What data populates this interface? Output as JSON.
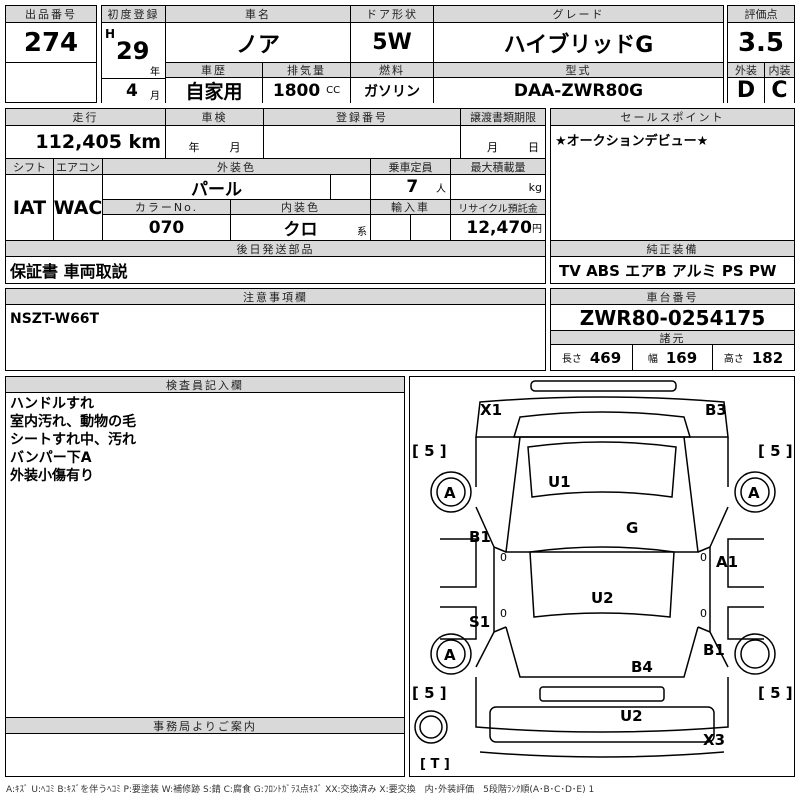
{
  "lot": {
    "label": "出品番号",
    "value": "274"
  },
  "first_reg": {
    "label": "初度登録",
    "era": "H",
    "year": "29",
    "year_unit": "年",
    "month": "4",
    "month_unit": "月"
  },
  "car_name": {
    "label": "車名",
    "value": "ノア"
  },
  "door": {
    "label": "ドア形状",
    "value": "5W"
  },
  "grade": {
    "label": "グレード",
    "value": "ハイブリッドG"
  },
  "history": {
    "label": "車歴",
    "value": "自家用"
  },
  "displacement": {
    "label": "排気量",
    "value": "1800",
    "unit": "CC"
  },
  "fuel": {
    "label": "燃料",
    "value": "ガソリン"
  },
  "model": {
    "label": "型式",
    "value": "DAA-ZWR80G"
  },
  "score": {
    "label": "評価点",
    "value": "3.5",
    "ext_label": "外装",
    "int_label": "内装",
    "ext": "D",
    "int": "C"
  },
  "mileage": {
    "label": "走行",
    "value": "112,405 km"
  },
  "inspection": {
    "label": "車検",
    "year_unit": "年",
    "month_unit": "月"
  },
  "reg_number": {
    "label": "登録番号"
  },
  "transfer": {
    "label": "譲渡書類期限",
    "month_unit": "月",
    "day_unit": "日"
  },
  "shift": {
    "label": "シフト",
    "value": "IAT"
  },
  "aircon": {
    "label": "エアコン",
    "value": "WAC"
  },
  "ext_color": {
    "label": "外装色",
    "value": "パール"
  },
  "capacity": {
    "label": "乗車定員",
    "value": "7",
    "unit": "人"
  },
  "max_load": {
    "label": "最大積載量",
    "unit": "kg"
  },
  "color_no": {
    "label": "カラーNo.",
    "value": "070"
  },
  "int_color": {
    "label": "内装色",
    "value": "クロ",
    "unit": "系"
  },
  "import": {
    "label": "輸入車"
  },
  "recycle": {
    "label": "リサイクル預託金",
    "value": "12,470",
    "unit": "円"
  },
  "later_parts": {
    "label": "後日発送部品",
    "value": "保証書 車両取説"
  },
  "sales_point": {
    "label": "セールスポイント",
    "value": "★オークションデビュー★"
  },
  "equipment": {
    "label": "純正装備",
    "value": "TV ABS エアB アルミ PS PW"
  },
  "notes": {
    "label": "注意事項欄",
    "value": "NSZT-W66T"
  },
  "chassis": {
    "label": "車台番号",
    "value": "ZWR80-0254175"
  },
  "specs": {
    "label": "諸元",
    "length_label": "長さ",
    "length": "469",
    "width_label": "幅",
    "width": "169",
    "height_label": "高さ",
    "height": "182"
  },
  "inspector": {
    "label": "検査員記入欄",
    "lines": [
      "ハンドルすれ",
      "室内汚れ、動物の毛",
      "シートすれ中、汚れ",
      "バンパー下A",
      "外装小傷有り"
    ]
  },
  "office": {
    "label": "事務局よりご案内"
  },
  "diagram": {
    "marks": [
      "X1",
      "B3",
      "U1",
      "G",
      "B1",
      "A1",
      "U2",
      "S1",
      "B4",
      "B1",
      "U2",
      "X3"
    ],
    "tires": [
      "5",
      "5",
      "5",
      "5"
    ],
    "tire_marks": [
      "A",
      "A",
      "A"
    ],
    "spare": "T",
    "zero": "0"
  },
  "legend": "A:ｷｽﾞ U:ﾍｺﾐ B:ｷｽﾞを伴うﾍｺﾐ P:要塗装 W:補修跡 S:錆 C:腐食 G:ﾌﾛﾝﾄｶﾞﾗｽ点ｷｽﾞ XX:交換済み X:要交換　内･外装評価　5段階ﾗﾝｸ順(A･B･C･D･E) 1"
}
